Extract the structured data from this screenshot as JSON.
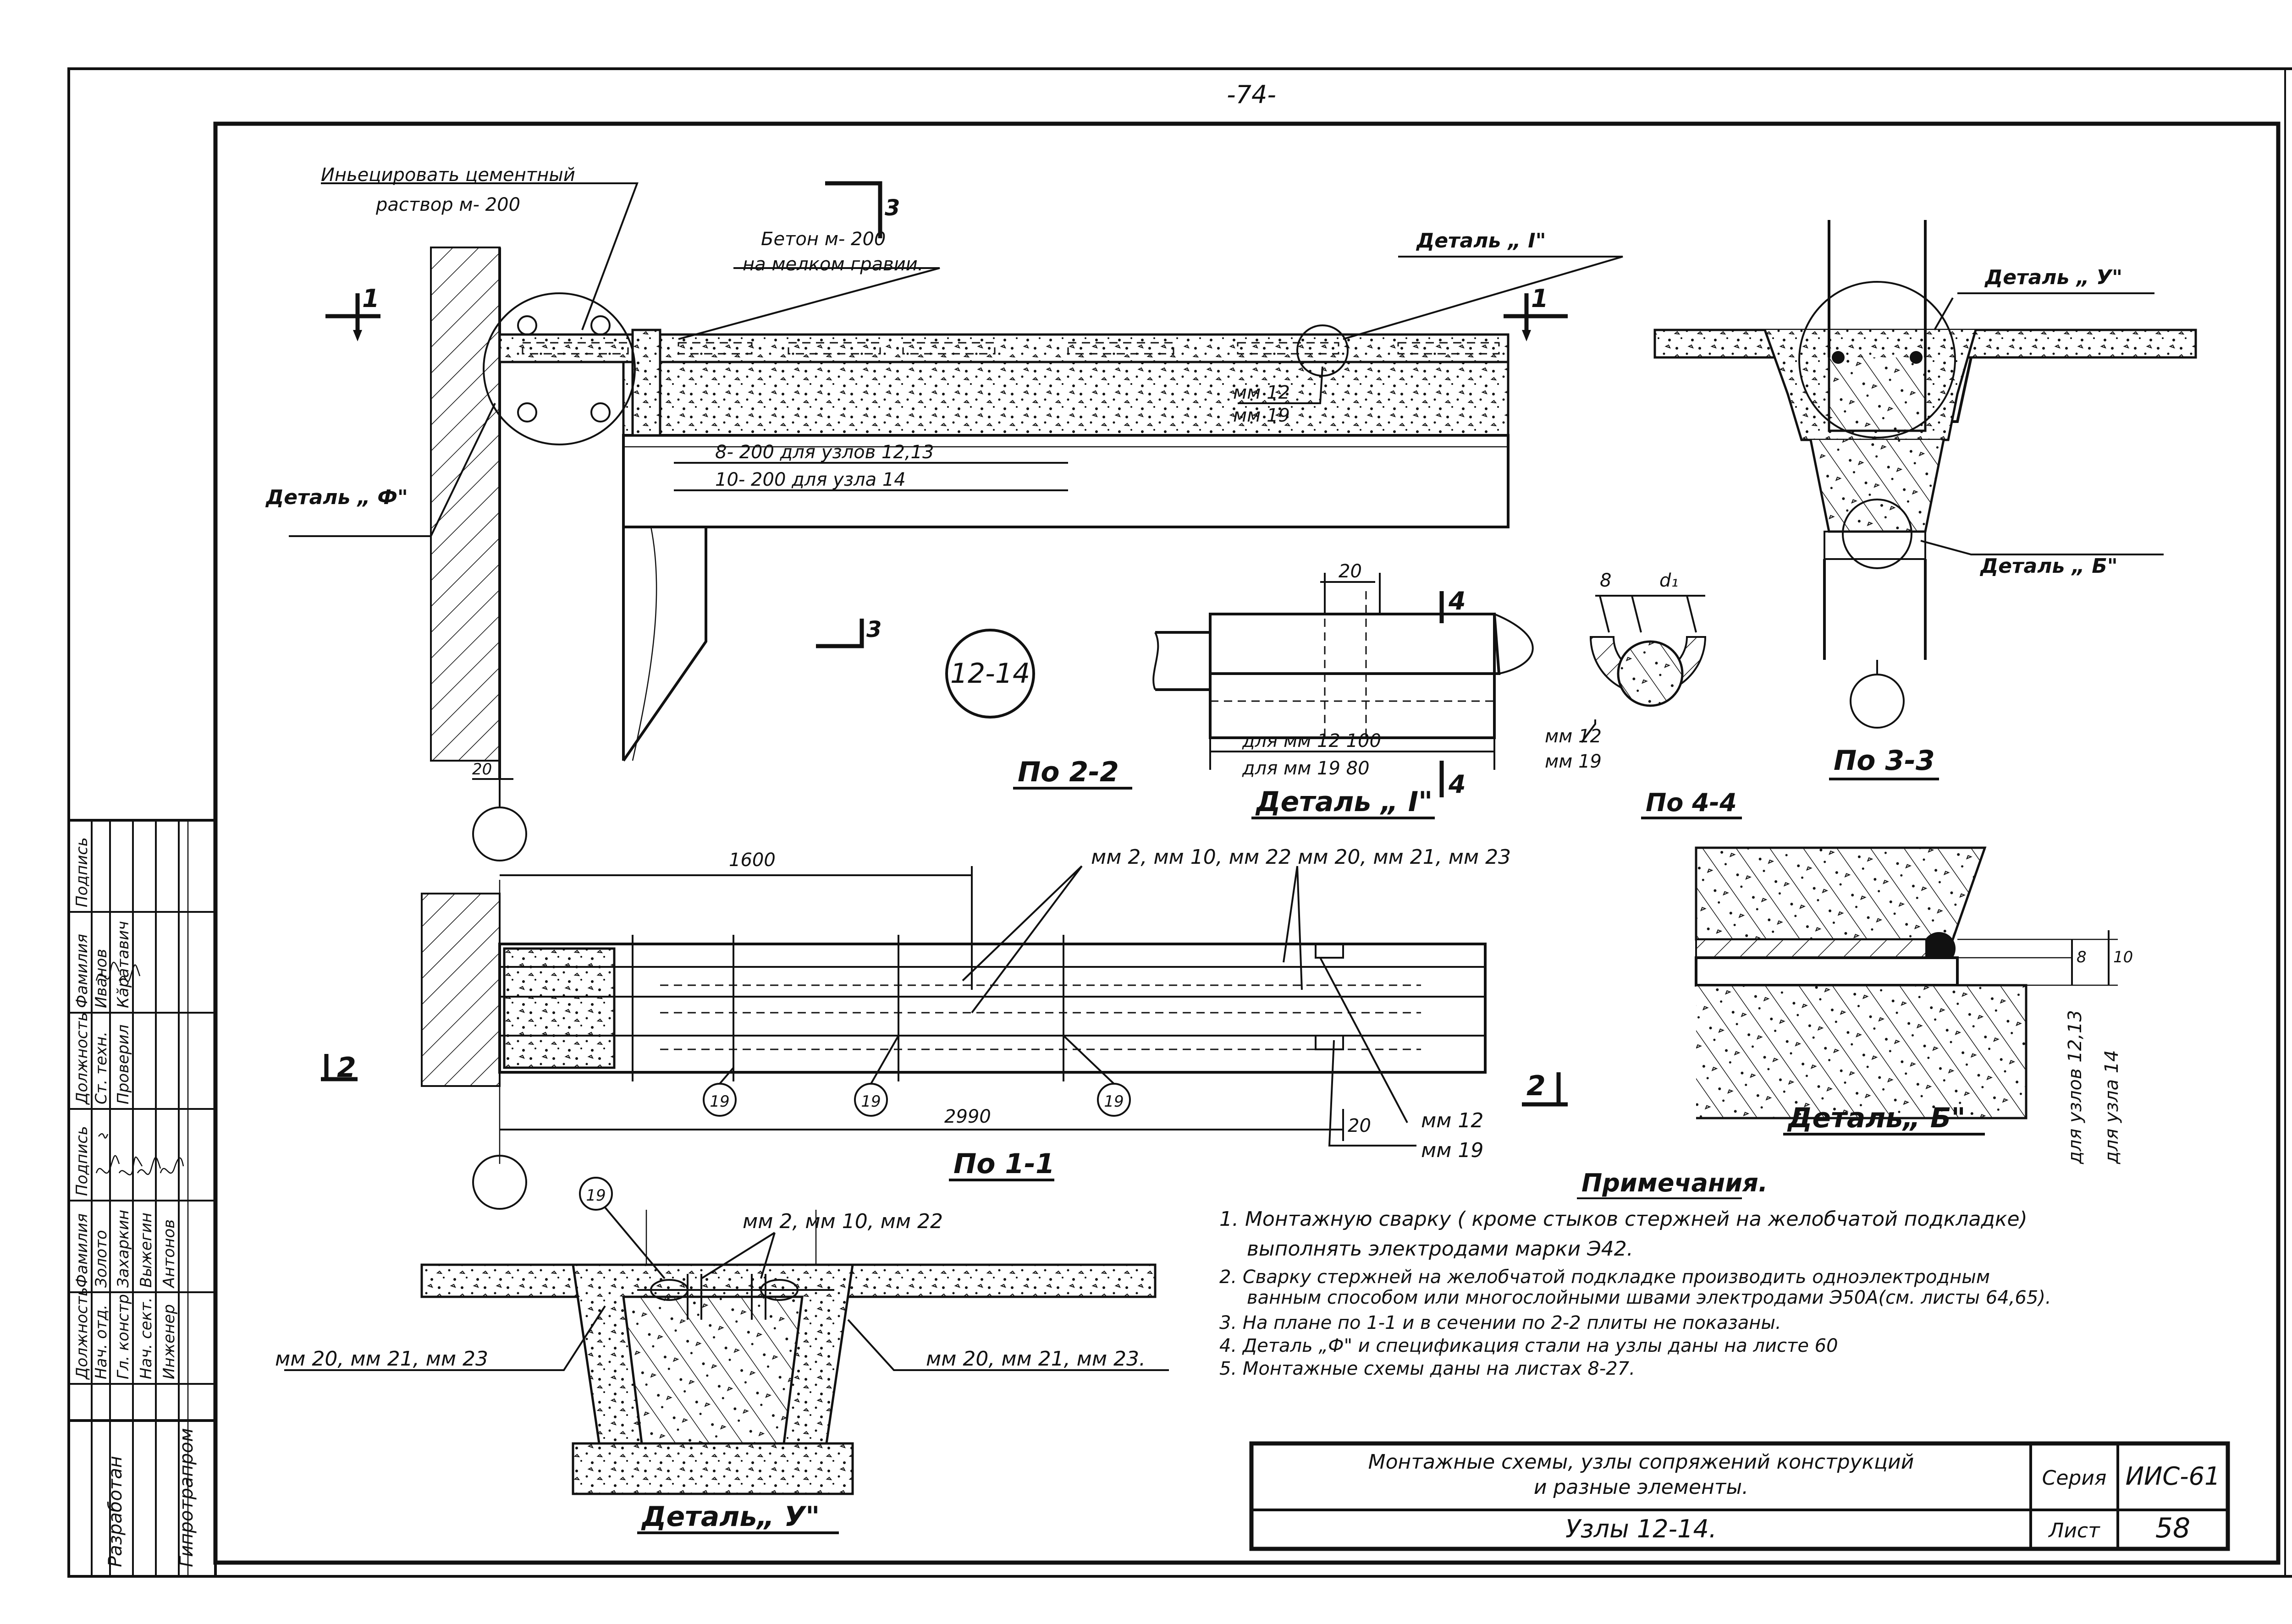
{
  "page_number": "-74-",
  "labels": {
    "inject_line1": "Иньецировать цементный",
    "inject_line2": "раствор м- 200",
    "concrete_line1": "Бетон м- 200",
    "concrete_line2": "на мелком гравии.",
    "detail_i_callout": "Деталь „ I\"",
    "detail_f_callout": "Деталь „ Ф\"",
    "detail_u_callout": "Деталь „ У\"",
    "detail_b_callout": "Деталь „ Б\"",
    "mm12": "мм 12",
    "mm19": "мм 19",
    "bars_12_13": "8- 200   для узлов 12,13",
    "bars_14": "10- 200   для узла  14",
    "node_circle": "12-14",
    "section_2_2": "По 2-2",
    "section_3_3": "По 3-3",
    "section_4_4": "По 4-4",
    "section_1_1": "По 1-1",
    "detail_i_title": "Деталь „ I\"",
    "detail_b_title": "Деталь„ Б\"",
    "detail_u_title": "Деталь„ У\"",
    "dim_20": "20",
    "dim_8": "8",
    "dim_d1": "d₁",
    "dim_10": "10",
    "dim_1600": "1600",
    "dim_2990": "2990",
    "len_mm12": "для мм 12   100",
    "len_mm19": "для мм 19     80",
    "plan_bars_top": "мм 2, мм 10, мм 22  мм 20, мм 21, мм 23",
    "u_bars_top": "мм 2, мм 10, мм 22",
    "u_bars_side": "мм 20, мм 21, мм 23",
    "u_bars_side_r": "мм 20, мм 21, мм 23.",
    "mark_19": "19",
    "weld_12_13": "для узлов 12,13",
    "weld_14": "для узла 14",
    "cut_1": "1",
    "cut_2": "2",
    "cut_3": "3",
    "cut_4": "4"
  },
  "notes": {
    "title": "Примечания.",
    "items": [
      "1. Монтажную сварку ( кроме стыков стержней на желобчатой подкладке)",
      "выполнять электродами марки Э42.",
      "2. Сварку стержней на желобчатой подкладке производить одноэлектродным",
      "ванным способом или многослойными швами электродами Э50А(см. листы 64,65).",
      "3. На плане по 1-1 и в сечении по 2-2 плиты не показаны.",
      "4. Деталь „Ф\" и спецификация стали на узлы даны на листе 60",
      "5. Монтажные схемы даны на листах 8-27."
    ]
  },
  "stamp": {
    "col_headers": [
      "Должность",
      "Фамилия",
      "Подпись",
      "Должность",
      "Фамилия",
      "Подпись"
    ],
    "rows": [
      [
        "Нач. отд.",
        "Золото",
        "",
        "Ст. техн.",
        "Иванов",
        ""
      ],
      [
        "Гл. констр.",
        "Захаркин",
        "",
        "Проверил",
        "Кăратавич",
        ""
      ],
      [
        "Нач. сект.",
        "Выжегин",
        "",
        "",
        "",
        ""
      ],
      [
        "Инженер",
        "Антонов",
        "",
        "",
        "",
        ""
      ]
    ],
    "developed": "Разработан",
    "org": "Гипротрапром"
  },
  "title_block": {
    "title_line1": "Монтажные схемы, узлы сопряжений конструкций",
    "title_line2": "и разные элементы.",
    "subtitle": "Узлы 12-14.",
    "series_label": "Серия",
    "series_value": "ИИС-61",
    "sheet_label": "Лист",
    "sheet_value": "58"
  }
}
